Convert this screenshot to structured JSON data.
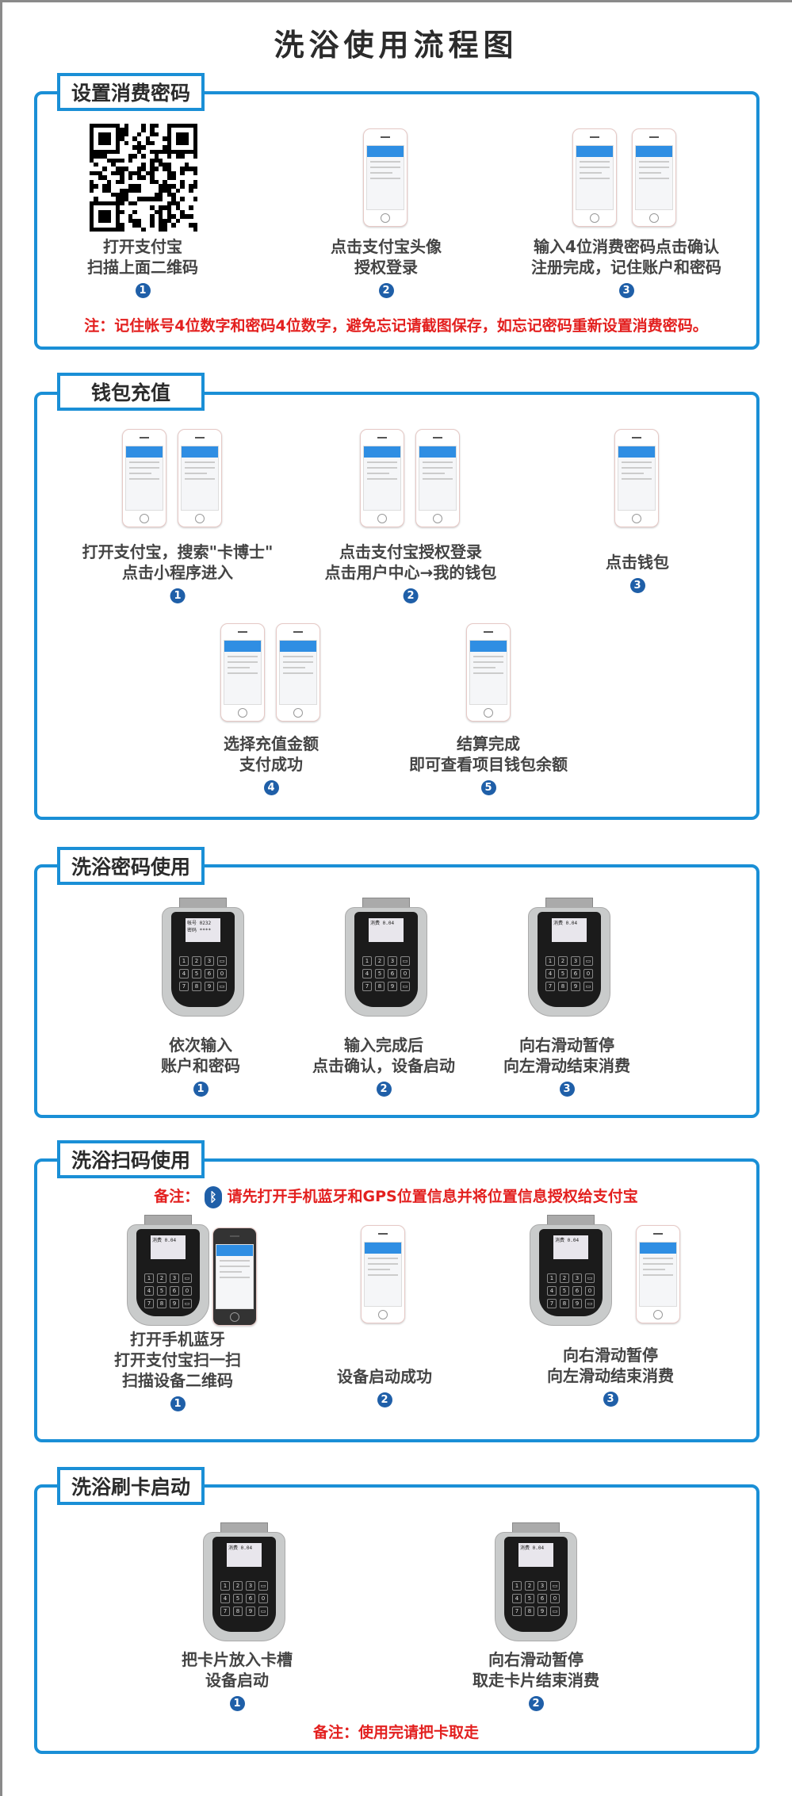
{
  "title": "洗浴使用流程图",
  "s1": {
    "label": "设置消费密码",
    "steps": [
      {
        "lines": [
          "打开支付宝",
          "扫描上面二维码"
        ],
        "num": "1"
      },
      {
        "lines": [
          "点击支付宝头像",
          "授权登录"
        ],
        "num": "2"
      },
      {
        "lines": [
          "输入4位消费密码点击确认",
          "注册完成，记住账户和密码"
        ],
        "num": "3"
      }
    ],
    "note": "注：记住帐号4位数字和密码4位数字，避免忘记请截图保存，如忘记密码重新设置消费密码。"
  },
  "s2": {
    "label": "钱包充值",
    "steps": [
      {
        "lines": [
          "打开支付宝，搜索\"卡博士\"",
          "点击小程序进入"
        ],
        "num": "1"
      },
      {
        "lines": [
          "点击支付宝授权登录",
          "点击用户中心→我的钱包"
        ],
        "num": "2"
      },
      {
        "lines": [
          "点击钱包"
        ],
        "num": "3"
      },
      {
        "lines": [
          "选择充值金额",
          "支付成功"
        ],
        "num": "4"
      },
      {
        "lines": [
          "结算完成",
          "即可查看项目钱包余额"
        ],
        "num": "5"
      }
    ]
  },
  "s3": {
    "label": "洗浴密码使用",
    "steps": [
      {
        "lines": [
          "依次输入",
          "账户和密码"
        ],
        "num": "1"
      },
      {
        "lines": [
          "输入完成后",
          "点击确认，设备启动"
        ],
        "num": "2"
      },
      {
        "lines": [
          "向右滑动暂停",
          "向左滑动结束消费"
        ],
        "num": "3"
      }
    ]
  },
  "s4": {
    "label": "洗浴扫码使用",
    "note_prefix": "备注：",
    "note": "请先打开手机蓝牙和GPS位置信息并将位置信息授权给支付宝",
    "steps": [
      {
        "lines": [
          "打开手机蓝牙",
          "打开支付宝扫一扫",
          "扫描设备二维码"
        ],
        "num": "1"
      },
      {
        "lines": [
          "设备启动成功"
        ],
        "num": "2"
      },
      {
        "lines": [
          "向右滑动暂停",
          "向左滑动结束消费"
        ],
        "num": "3"
      }
    ]
  },
  "s5": {
    "label": "洗浴刷卡启动",
    "steps": [
      {
        "lines": [
          "把卡片放入卡槽",
          "设备启动"
        ],
        "num": "1"
      },
      {
        "lines": [
          "向右滑动暂停",
          "取走卡片结束消费"
        ],
        "num": "2"
      }
    ],
    "note": "备注：使用完请把卡取走"
  },
  "lcd": {
    "account": "帐号 0232",
    "password": "密码 ****",
    "fee": "消费 0.04"
  },
  "colors": {
    "accent": "#1a8fd6",
    "note": "#e3201f",
    "badge": "#1f5fa8"
  }
}
